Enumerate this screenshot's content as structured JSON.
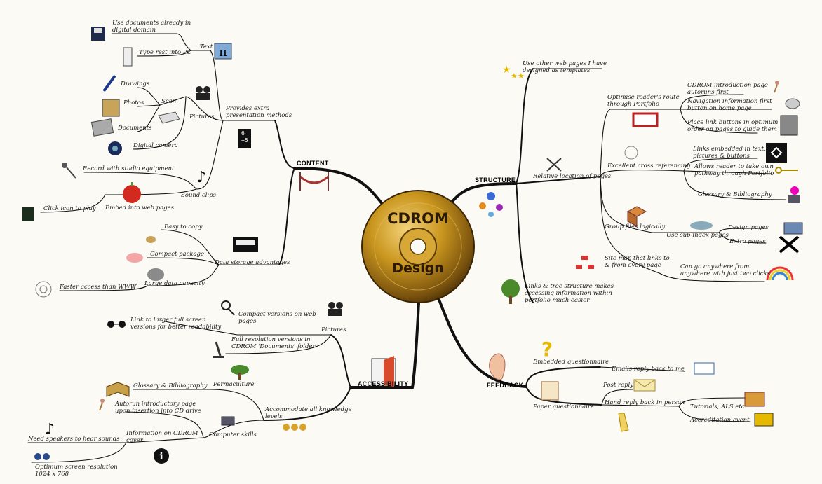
{
  "center": {
    "line1": "CDROM",
    "line2": "Design"
  },
  "main_branches": {
    "content": "CONTENT",
    "structure": "STRUCTURE",
    "accessibility": "ACCESSIBILITY",
    "feedback": "FEEDBACK"
  },
  "content": {
    "extra_methods": "Provides extra\npresentation methods",
    "text": "Text",
    "digital_domain": "Use documents already in\ndigital domain",
    "type_rest": "Type rest into PC",
    "pictures": "Pictures",
    "scan": "Scan",
    "drawings": "Drawings",
    "photos": "Photos",
    "documents": "Documents",
    "digital_camera": "Digital camera",
    "sound_clips": "Sound clips",
    "record": "Record with studio equipment",
    "embed": "Embed into web pages",
    "click_icon": "Click icon to play",
    "storage": "Data storage advantages",
    "easy_copy": "Easy to copy",
    "compact_package": "Compact package",
    "large_data": "Large data capacity",
    "faster_access": "Faster access than WWW",
    "numbers_icon": "6\n+5"
  },
  "structure": {
    "templates": "Use other web pages I have\ndesigned as templates",
    "relative": "Relative location of pages",
    "optimise": "Optimise reader's route\nthrough Portfolio",
    "intro_page": "CDROM introduction page\nautoruns first",
    "nav_info": "Navigation information first\nbutton on home page",
    "link_buttons": "Place link buttons in optimum\norder on pages to guide them",
    "cross_ref": "Excellent cross referencing",
    "links_embedded": "Links embedded in text,\npictures & buttons",
    "own_pathway": "Allows reader to take own\npathway through Portfolio",
    "glossary": "Glossary & Bibliography",
    "group_files": "Group files logically",
    "sub_index": "Use sub-index pages",
    "design_pages": "Design pages",
    "extra_pages": "Extra pages",
    "site_map": "Site map that links to\n& from every page",
    "anywhere": "Can go anywhere from\nanywhere with just two clicks",
    "tree": "Links & tree structure makes\naccessing information within\nportfolio much easier"
  },
  "accessibility": {
    "pictures": "Pictures",
    "compact_versions": "Compact versions on web\npages",
    "link_larger": "Link to larger full screen\nversions for better readability",
    "full_res": "Full resolution versions in\nCDROM 'Documents' folder",
    "knowledge": "Accommodate all knowledge\nlevels",
    "permaculture": "Permaculture",
    "glossary": "Glossary & Bibliography",
    "computer_skills": "Computer skills",
    "autorun": "Autorun introductory page\nupon insertion into CD drive",
    "info_cover": "Information on CDROM\ncover",
    "speakers": "Need speakers to hear sounds",
    "resolution": "Optimum screen resolution\n1024 x 768"
  },
  "feedback": {
    "embedded_q": "Embedded questionnaire",
    "emails": "Emails reply back to me",
    "paper_q": "Paper questionnaire",
    "post": "Post reply",
    "hand": "Hand reply back in person",
    "tutorials": "Tutorials, ALS etc",
    "accreditation": "Accreditation event"
  },
  "colors": {
    "disc_gold": "#c9961e",
    "disc_dark": "#5a3a08",
    "line": "#111111",
    "background": "#fbfaf5"
  }
}
